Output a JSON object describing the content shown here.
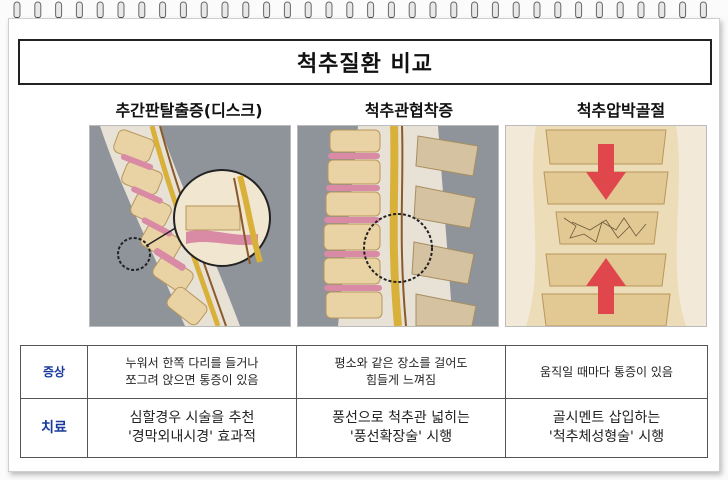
{
  "title": "척추질환 비교",
  "columns": [
    {
      "name": "추간판탈출증(디스크)"
    },
    {
      "name": "척추관협착증"
    },
    {
      "name": "척추압박골절"
    }
  ],
  "rows": [
    {
      "header": "증상",
      "cells": [
        "누워서 한쪽 다리를 들거나\n쪼그려 앉으면 통증이 있음",
        "평소와 같은 장소를 걸어도\n힘들게 느껴짐",
        "움직일 때마다 통증이 있음"
      ]
    },
    {
      "header": "치료",
      "cells": [
        "심할경우 시술을 추천\n'경막외내시경' 효과적",
        "풍선으로 척추관 넓히는\n'풍선확장술' 시행",
        "골시멘트 삽입하는\n'척추체성형술' 시행"
      ]
    }
  ],
  "colors": {
    "accent_text": "#1a3a9c",
    "bone": "#e9d3a4",
    "disc": "#d98aa5",
    "nerve": "#d9b13a",
    "arrow": "#e0474c"
  }
}
